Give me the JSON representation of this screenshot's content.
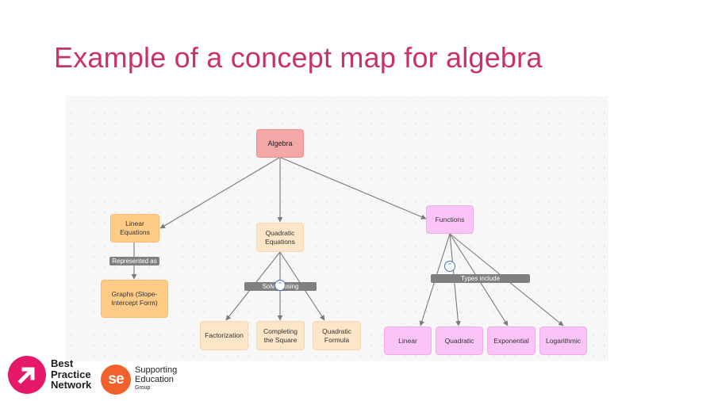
{
  "slide": {
    "title": "Example of a concept map for algebra"
  },
  "map": {
    "root": "Algebra",
    "nodes": {
      "linear_equations": "Linear Equations",
      "quadratic_equations": "Quadratic Equations",
      "functions": "Functions",
      "graphs": "Graphs (Slope-Intercept Form)",
      "factorization": "Factorization",
      "completing_square": "Completing the Square",
      "quadratic_formula": "Quadratic Formula",
      "linear": "Linear",
      "quadratic": "Quadratic",
      "exponential": "Exponential",
      "logarithmic": "Logarithmic"
    },
    "labels": {
      "represented_as": "Represented as",
      "solved_using": "Solved using",
      "types_include": "Types include"
    },
    "colors": {
      "root": "#f4a7a7",
      "level1_orange": "#ffcc88",
      "level1_peach": "#fde5c8",
      "functions_pink": "#fbc4f6",
      "edge": "#7a7a7a",
      "edge_label": "#808080"
    },
    "icons": {
      "collapse": "chevrons-up-icon"
    }
  },
  "logos": {
    "bpn": {
      "line1": "Best",
      "line2": "Practice",
      "line3": "Network",
      "color": "#e6186a"
    },
    "seg": {
      "mark": "se",
      "line1": "Supporting",
      "line2": "Education",
      "line3": "Group",
      "color": "#f0612c"
    }
  }
}
